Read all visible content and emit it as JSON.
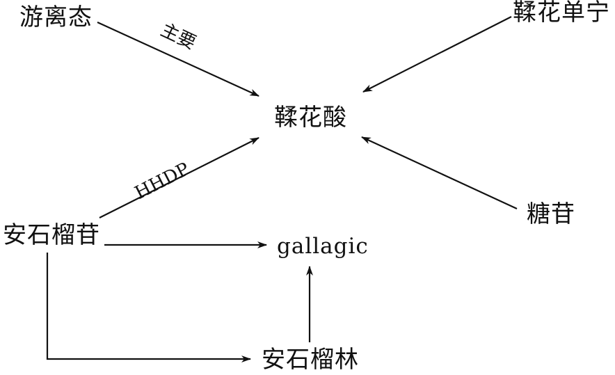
{
  "nodes": {
    "free_state": "游离态",
    "ellagitannin": "鞣花单宁",
    "ellagic_acid": "鞣花酸",
    "glycoside": "糖苷",
    "punicalagin": "安石榴苷",
    "gallagic": "gallagic",
    "punicalin": "安石榴林"
  },
  "edge_labels": {
    "main": "主要",
    "hhdp": "HHDP"
  },
  "colors": {
    "line": "#111111",
    "background": "#ffffff"
  }
}
